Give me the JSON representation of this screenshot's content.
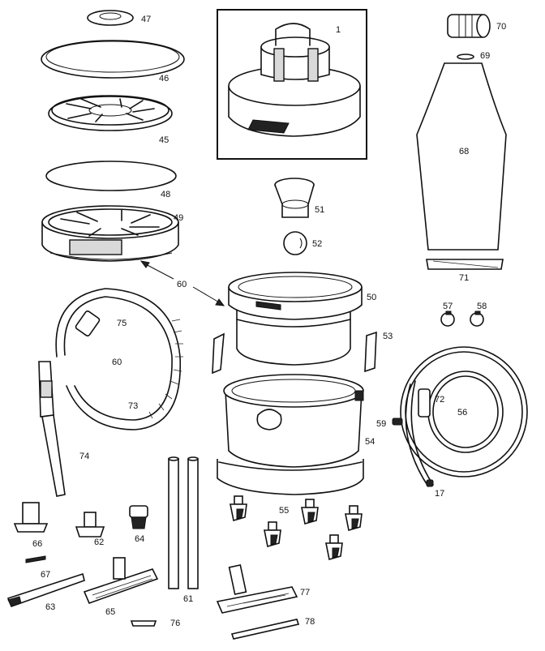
{
  "labels": {
    "p1": "1",
    "p17": "17",
    "p45": "45",
    "p46": "46",
    "p47": "47",
    "p48": "48",
    "p49": "49",
    "p50": "50",
    "p51": "51",
    "p52": "52",
    "p53": "53",
    "p54": "54",
    "p55": "55",
    "p56": "56",
    "p57": "57",
    "p58": "58",
    "p59": "59",
    "p60a": "60",
    "p60b": "60",
    "p61": "61",
    "p62": "62",
    "p63": "63",
    "p64": "64",
    "p65": "65",
    "p66": "66",
    "p67": "67",
    "p68": "68",
    "p69": "69",
    "p70": "70",
    "p71": "71",
    "p72": "72",
    "p73": "73",
    "p74": "74",
    "p75": "75",
    "p76": "76",
    "p77": "77",
    "p78": "78"
  }
}
